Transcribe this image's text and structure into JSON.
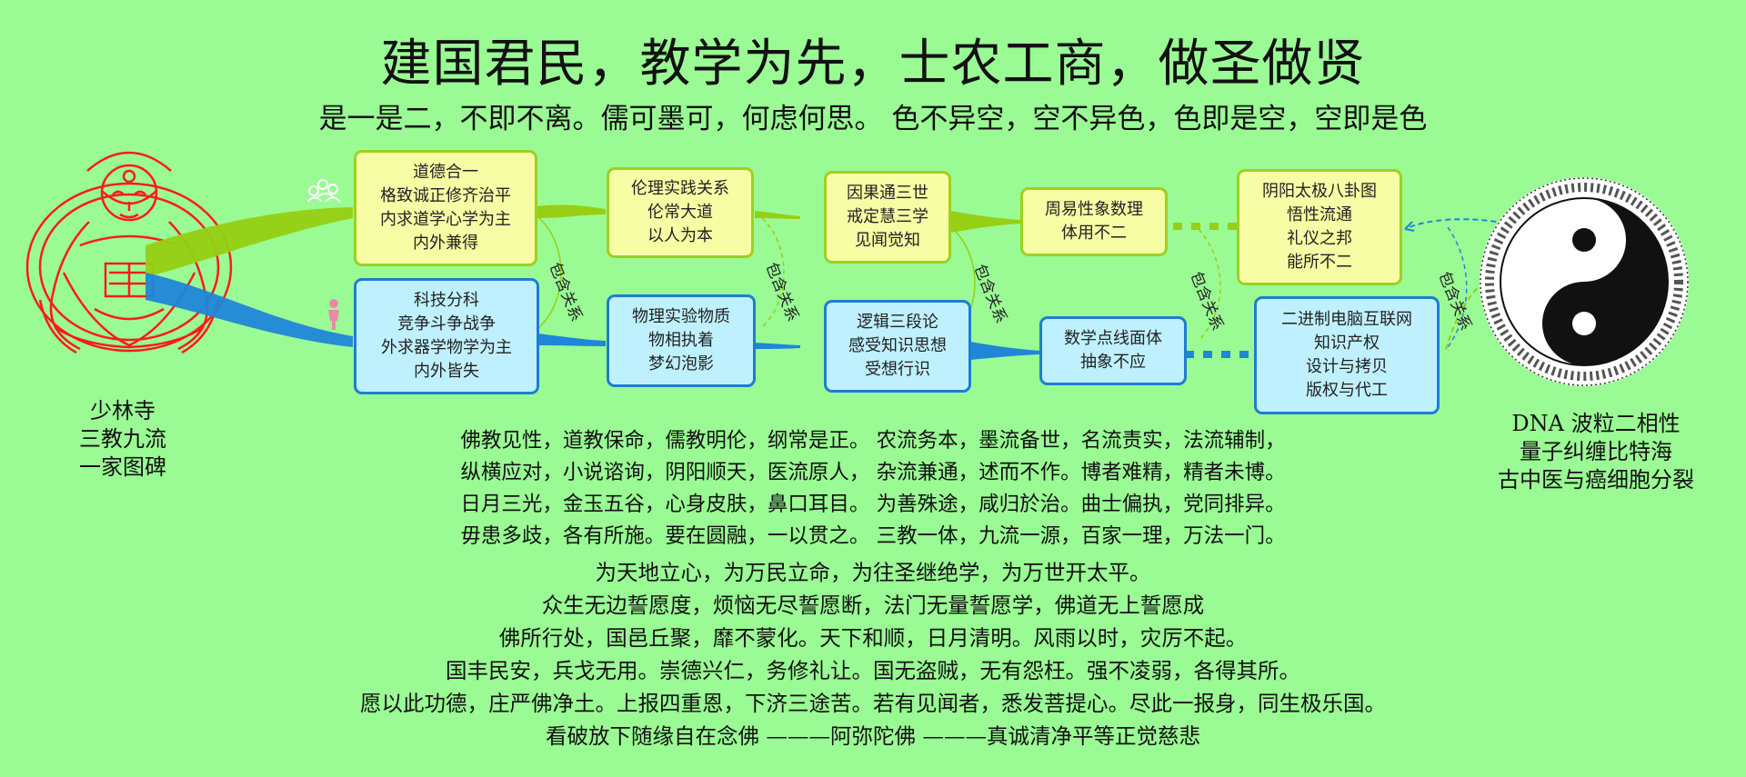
{
  "header": {
    "title": "建国君民，教学为先，士农工商，做圣做贤",
    "subtitle": "是一是二，不即不离。儒可墨可，何虑何思。 色不异空，空不异色，色即是空，空即是色"
  },
  "colors": {
    "background": "#9afa94",
    "top_fill": "#f7fda4",
    "top_border": "#9ed01f",
    "bottom_fill": "#bff0fd",
    "bottom_border": "#1e7dd2",
    "buddha_line": "#ff1a1a"
  },
  "diagram": {
    "top_nodes": [
      {
        "lines": [
          "道德合一",
          "格致诚正修齐治平",
          "内求道学心学为主",
          "内外兼得"
        ]
      },
      {
        "lines": [
          "伦理实践关系",
          "伦常大道",
          "以人为本"
        ]
      },
      {
        "lines": [
          "因果通三世",
          "戒定慧三学",
          "见闻觉知"
        ]
      },
      {
        "lines": [
          "周易性象数理",
          "体用不二"
        ]
      },
      {
        "lines": [
          "阴阳太极八卦图",
          "悟性流通",
          "礼仪之邦",
          "能所不二"
        ]
      }
    ],
    "bottom_nodes": [
      {
        "lines": [
          "科技分科",
          "竞争斗争战争",
          "外求器学物学为主",
          "内外皆失"
        ]
      },
      {
        "lines": [
          "物理实验物质",
          "物相执着",
          "梦幻泡影"
        ]
      },
      {
        "lines": [
          "逻辑三段论",
          "感受知识思想",
          "受想行识"
        ]
      },
      {
        "lines": [
          "数学点线面体",
          "抽象不应"
        ]
      },
      {
        "lines": [
          "二进制电脑互联网",
          "知识产权",
          "设计与拷贝",
          "版权与代工"
        ]
      }
    ],
    "relation_label": "包含关系",
    "icons": [
      "people-group-icon",
      "person-icon",
      "yin-yang-icon",
      "buddha-figure-icon"
    ]
  },
  "left_caption": [
    "少林寺",
    "三教九流",
    "一家图碑"
  ],
  "right_caption": [
    "DNA 波粒二相性",
    "量子纠缠比特海",
    "古中医与癌细胞分裂"
  ],
  "verses": [
    "佛教见性，道教保命，儒教明伦，纲常是正。 农流务本，墨流备世，名流责实，法流辅制，",
    "纵横应对，小说谘询，阴阳顺天，医流原人， 杂流兼通，述而不作。博者难精，精者未博。",
    "日月三光，金玉五谷，心身皮肤，鼻口耳目。 为善殊途，咸归於治。曲士偏执，党同排异。",
    "毋患多歧，各有所施。要在圆融，一以贯之。 三教一体，九流一源，百家一理，万法一门。"
  ],
  "poem": [
    "为天地立心，为万民立命，为往圣继绝学，为万世开太平。",
    "众生无边誓愿度，烦恼无尽誓愿断，法门无量誓愿学，佛道无上誓愿成",
    "佛所行处，国邑丘聚，靡不蒙化。天下和顺，日月清明。风雨以时，灾厉不起。",
    "国丰民安，兵戈无用。崇德兴仁，务修礼让。国无盗贼，无有怨枉。强不凌弱，各得其所。",
    "愿以此功德，庄严佛净土。上报四重恩，下济三途苦。若有见闻者，悉发菩提心。尽此一报身，同生极乐国。",
    "看破放下随缘自在念佛 ———阿弥陀佛 ———真诚清净平等正觉慈悲"
  ]
}
